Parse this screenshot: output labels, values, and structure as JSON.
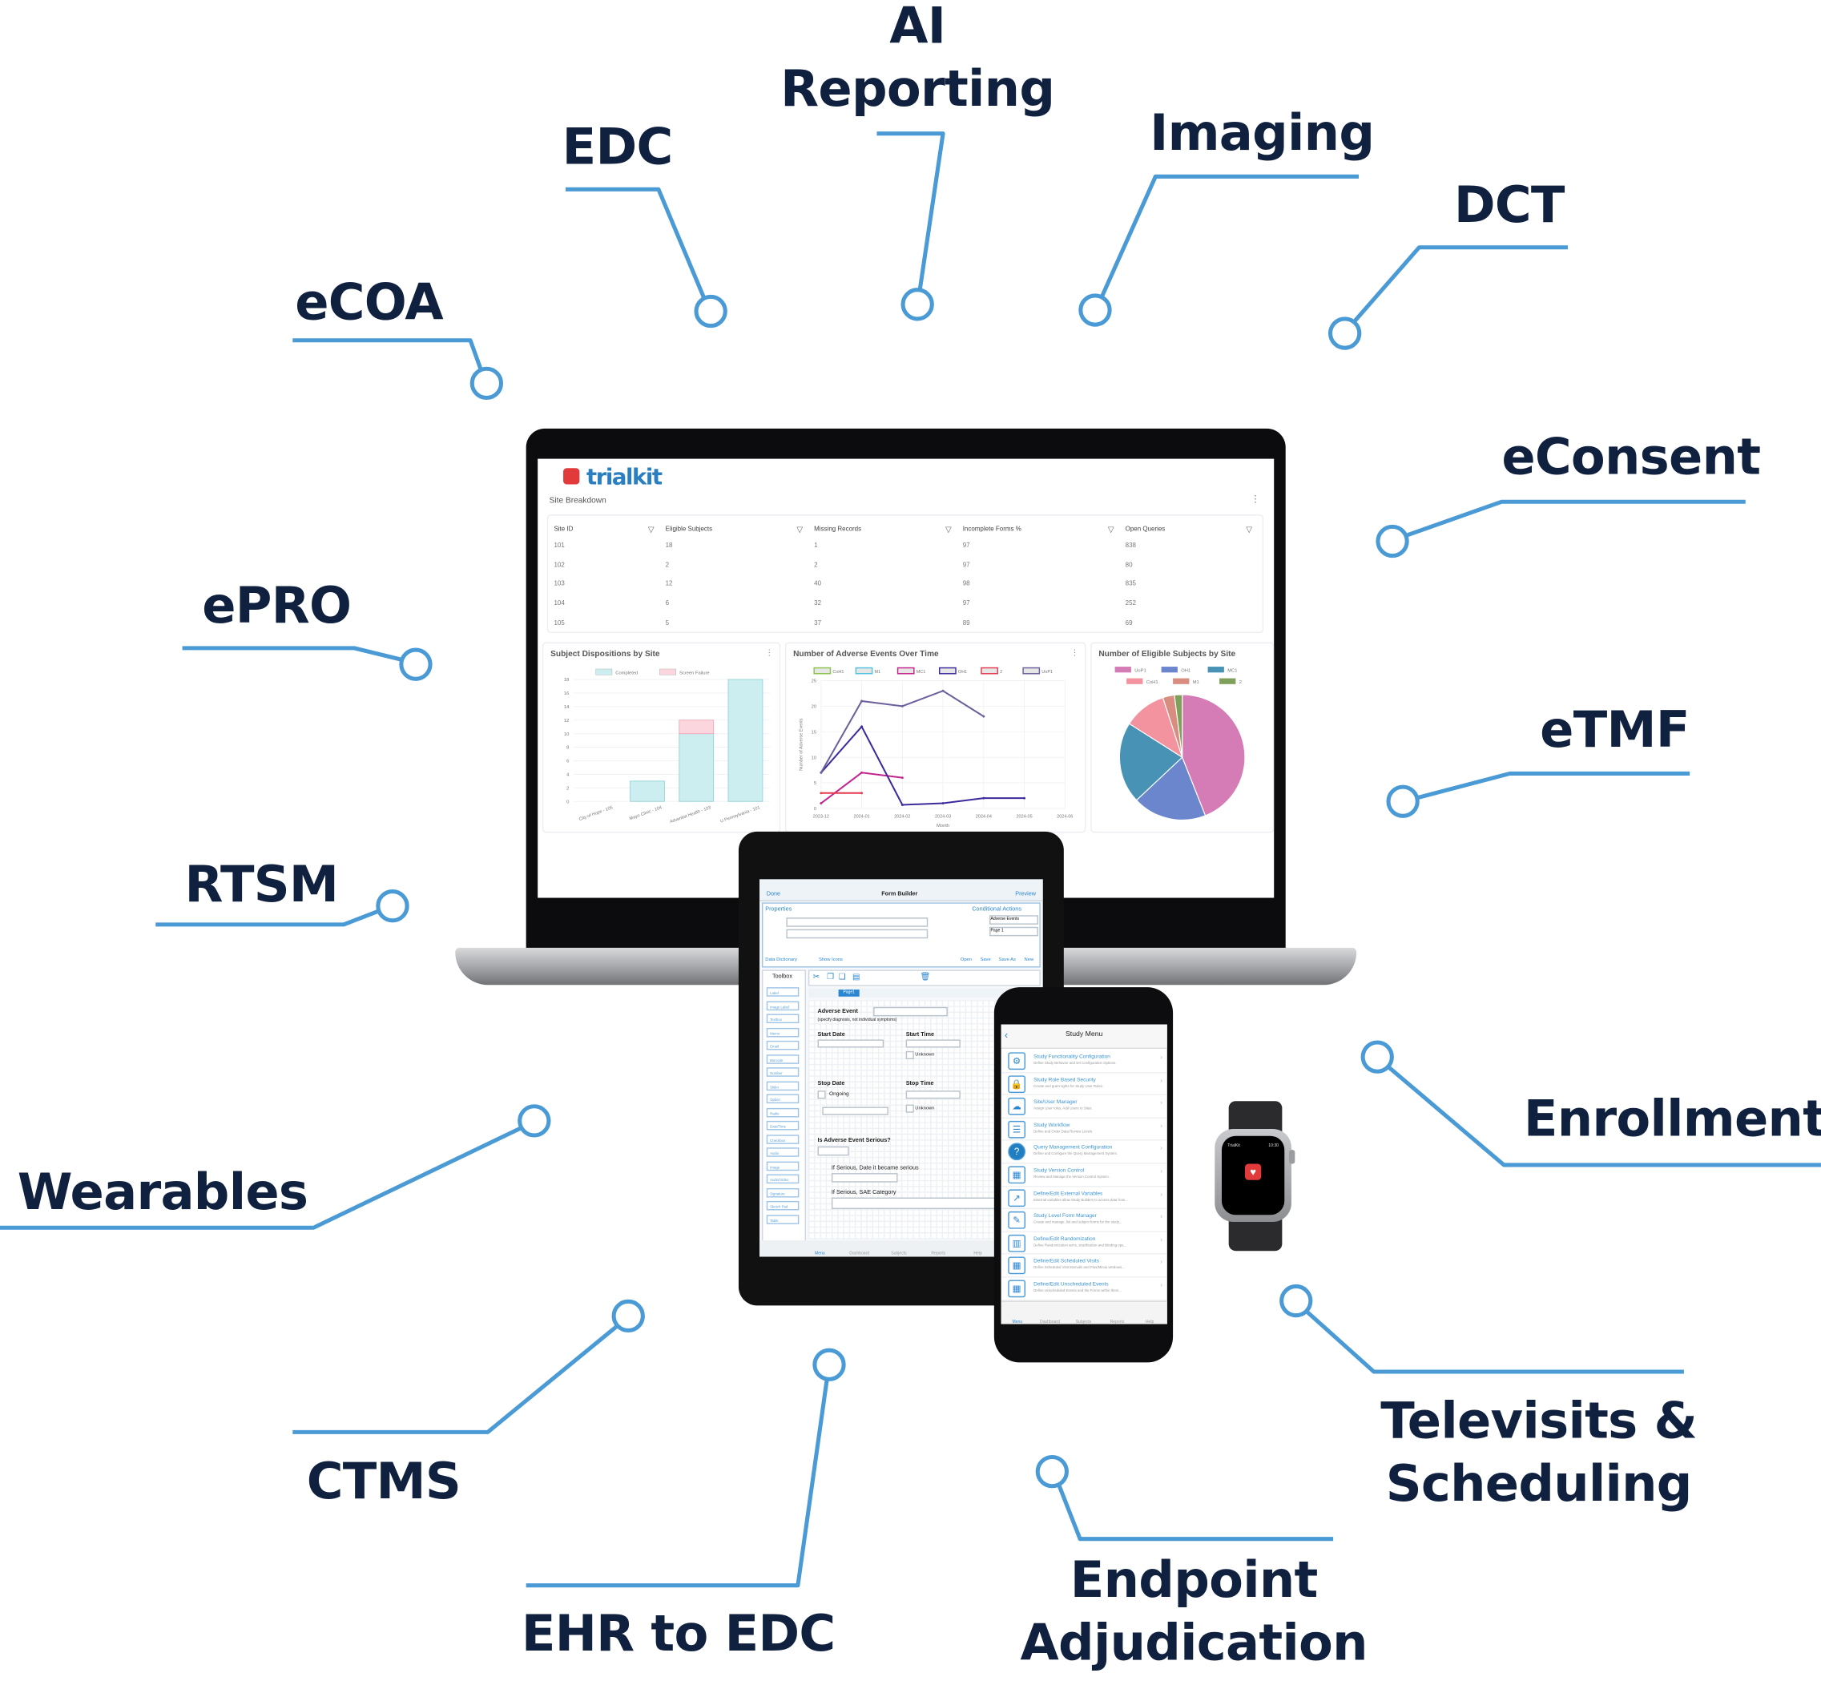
{
  "features": {
    "ai_reporting": [
      "AI",
      "Reporting"
    ],
    "edc": "EDC",
    "imaging": "Imaging",
    "dct": "DCT",
    "ecoa": "eCOA",
    "econsent": "eConsent",
    "epro": "ePRO",
    "etmf": "eTMF",
    "rtsm": "RTSM",
    "enrollment": "Enrollment",
    "wearables": "Wearables",
    "ctms": "CTMS",
    "ehr_to_edc": "EHR to EDC",
    "endpoint_adjudication": [
      "Endpoint",
      "Adjudication"
    ],
    "televisits": [
      "Televisits &",
      "Scheduling"
    ]
  },
  "colors": {
    "line": "#4a9ad6",
    "label": "#10203f",
    "brand_red": "#e23a3a",
    "brand_blue": "#2a7fc1"
  },
  "dashboard": {
    "logo": "trialkit",
    "section_title": "Site Breakdown",
    "table": {
      "columns": [
        "Site ID",
        "Eligible Subjects",
        "Missing Records",
        "Incomplete Forms %",
        "Open Queries"
      ],
      "rows": [
        [
          "101",
          "18",
          "1",
          "97",
          "838"
        ],
        [
          "102",
          "2",
          "2",
          "97",
          "80"
        ],
        [
          "103",
          "12",
          "40",
          "98",
          "835"
        ],
        [
          "104",
          "6",
          "32",
          "97",
          "252"
        ],
        [
          "105",
          "5",
          "37",
          "89",
          "69"
        ]
      ]
    }
  },
  "chart_data": [
    {
      "type": "bar",
      "title": "Subject Dispositions by Site",
      "categories": [
        "City of Hope - 105",
        "Mayo Clinic - 104",
        "Adventist Health - 103",
        "U Pennsylvania - 101"
      ],
      "series": [
        {
          "name": "Completed",
          "values": [
            0,
            3,
            10,
            18
          ],
          "color": "#cdeef0"
        },
        {
          "name": "Screen Failure",
          "values": [
            0,
            0,
            2,
            0
          ],
          "color": "#fbd6de"
        }
      ],
      "stacked": true,
      "ylim": [
        0,
        18
      ],
      "yticks": [
        "0",
        "2",
        "4",
        "6",
        "8",
        "10",
        "12",
        "14",
        "16",
        "18"
      ],
      "legend": "top"
    },
    {
      "type": "line",
      "title": "Number of Adverse Events Over Time",
      "x": [
        "2023-12",
        "2024-01",
        "2024-02",
        "2024-03",
        "2024-04",
        "2024-05",
        "2024-06"
      ],
      "series": [
        {
          "name": "CoH1",
          "values": [
            1,
            null,
            null,
            null,
            null,
            null,
            null
          ],
          "color": "#8bc34a"
        },
        {
          "name": "M1",
          "values": [
            null,
            null,
            null,
            null,
            null,
            null,
            null
          ],
          "color": "#4fc3e0"
        },
        {
          "name": "MC1",
          "values": [
            1,
            7,
            6,
            null,
            null,
            null,
            null
          ],
          "color": "#c2248f"
        },
        {
          "name": "OH1",
          "values": [
            7,
            16,
            0.7,
            1,
            2,
            2,
            null
          ],
          "color": "#3b2a9c"
        },
        {
          "name": "2",
          "values": [
            3,
            3,
            null,
            null,
            null,
            null,
            null
          ],
          "color": "#e53950"
        },
        {
          "name": "UoP1",
          "values": [
            7,
            21,
            20,
            23,
            18,
            null,
            null
          ],
          "color": "#6d5e9c"
        }
      ],
      "ylim": [
        0,
        25
      ],
      "yticks": [
        "0",
        "5",
        "10",
        "15",
        "20",
        "25"
      ],
      "xlabel": "Month",
      "ylabel": "Number of Adverse Events",
      "legend": "top"
    },
    {
      "type": "pie",
      "title": "Number of Eligible Subjects by Site",
      "labels": [
        "UoP1",
        "OH1",
        "MC1",
        "CoH1",
        "M1",
        "2"
      ],
      "values": [
        44,
        19,
        21,
        11,
        3,
        2
      ],
      "colors": [
        "#d57bb6",
        "#6b86cc",
        "#4893b5",
        "#f3939f",
        "#d98c80",
        "#7fa05a"
      ],
      "legend": "top"
    }
  ],
  "tablet": {
    "done": "Done",
    "title": "Form Builder",
    "preview": "Preview",
    "properties": "Properties",
    "conditional_actions": "Conditional Actions",
    "form_name": "Adverse Events",
    "page_name": "Page 1",
    "data_dictionary": "Data Dictionary",
    "show_icons": "Show Icons",
    "form_management": [
      "Open",
      "Save",
      "Save As",
      "New"
    ],
    "toolbox": "Toolbox",
    "page_tab": "Page1",
    "tools": [
      "Label",
      "Image Label",
      "Textbox",
      "Memo",
      "Email",
      "Barcode",
      "Number",
      "Slider",
      "Option",
      "Radio",
      "Date/Time",
      "Checkbox",
      "Audio",
      "Image",
      "Audio/Video",
      "Signature",
      "Sketch Pad",
      "Table"
    ],
    "form": {
      "adverse_event": "Adverse Event",
      "hint": "(specify diagnosis, not individual symptoms)",
      "start_date": "Start Date",
      "start_time": "Start Time",
      "unknown": "Unknown",
      "stop_date": "Stop Date",
      "ongoing": "Ongoing",
      "stop_time": "Stop Time",
      "serious": "Is Adverse Event Serious?",
      "serious_date": "If Serious, Date it became serious",
      "sae_category": "If Serious, SAE Category"
    },
    "tabs": [
      "Menu",
      "Dashboard",
      "Subjects",
      "Reports",
      "Help"
    ]
  },
  "phone": {
    "title": "Study Menu",
    "items": [
      {
        "icon": "gear-icon",
        "title": "Study Functionality Configuration",
        "desc": "Define Study Behavior and set Configuration Options."
      },
      {
        "icon": "lock-icon",
        "title": "Study Role Based Security",
        "desc": "Create and grant rights for Study User Roles."
      },
      {
        "icon": "users-icon",
        "title": "Site/User Manager",
        "desc": "Assign User roles, Add Users to Sites."
      },
      {
        "icon": "workflow-icon",
        "title": "Study Workflow",
        "desc": "Define and Order Data Review Levels."
      },
      {
        "icon": "query-icon",
        "title": "Query Management Configuration",
        "desc": "Define and Configure the Query Management System."
      },
      {
        "icon": "calendar-icon",
        "title": "Study Version Control",
        "desc": "Review and Manage the Version Control System."
      },
      {
        "icon": "external-icon",
        "title": "Define/Edit External Variables",
        "desc": "External variables allow Study Builders to access data from..."
      },
      {
        "icon": "form-icon",
        "title": "Study Level Form Manager",
        "desc": "Create and manage, list and subject forms for the study..."
      },
      {
        "icon": "randomize-icon",
        "title": "Define/Edit Randomization",
        "desc": "Define Randomization arms, stratification and blinding ops..."
      },
      {
        "icon": "calendar-icon",
        "title": "Define/Edit Scheduled Visits",
        "desc": "Define Scheduled Visit intervals and Plus/Minus windows..."
      },
      {
        "icon": "calendar-icon",
        "title": "Define/Edit Unscheduled Events",
        "desc": "Define Unscheduled Events and the Forms within them..."
      }
    ],
    "tabs": [
      "Menu",
      "Dashboard",
      "Subjects",
      "Reports",
      "Help"
    ]
  },
  "watch": {
    "app": "TrialKit",
    "time": "10:30"
  }
}
